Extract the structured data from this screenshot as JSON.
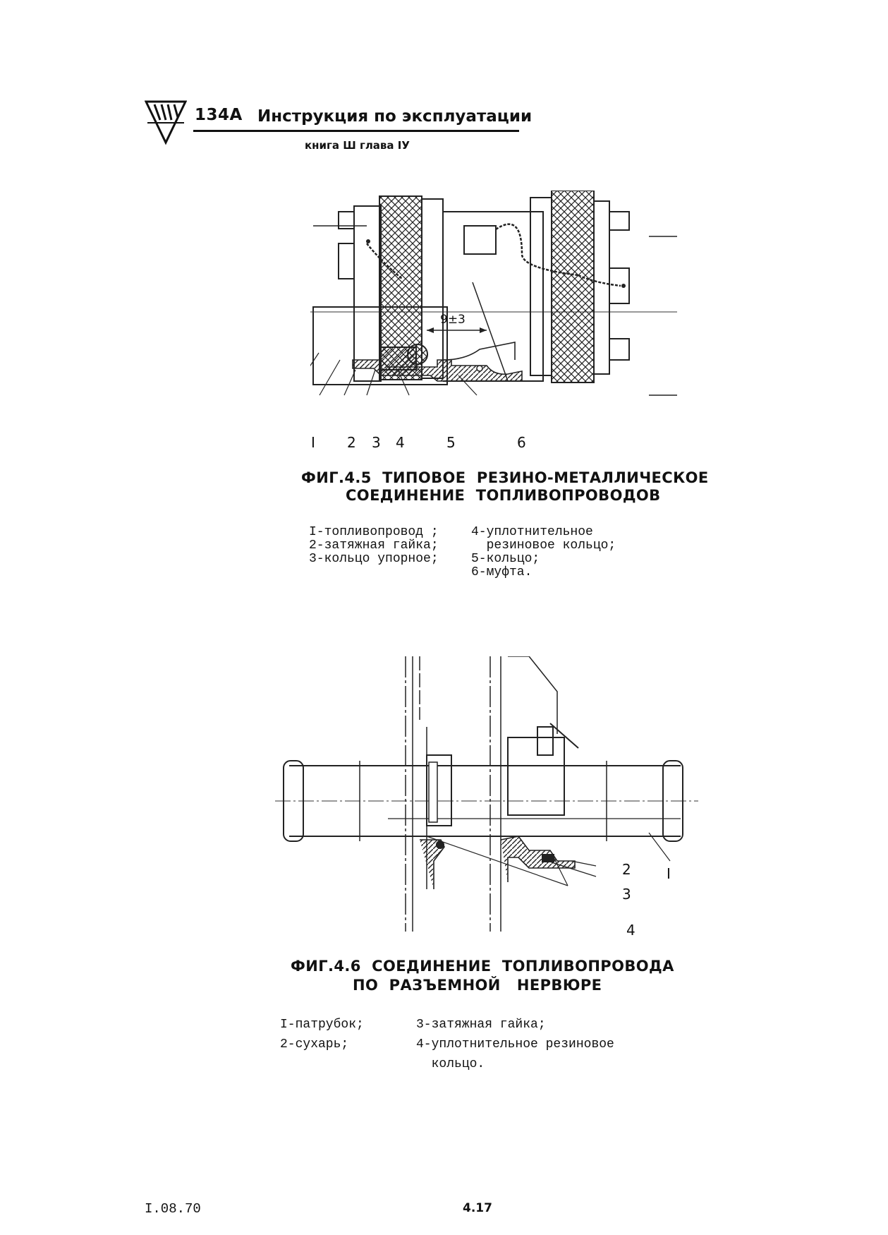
{
  "header": {
    "code": "134А",
    "title": "Инструкция по эксплуатации",
    "subtitle": "книга Ш глава IУ"
  },
  "figure1": {
    "dimension": "9±3",
    "callouts": [
      "I",
      "2",
      "3",
      "4",
      "5",
      "6"
    ],
    "caption_line1": "ФИГ.4.5  ТИПОВОЕ  РЕЗИНО-МЕТАЛЛИЧЕСКОЕ",
    "caption_line2": "СОЕДИНЕНИЕ  ТОПЛИВОПРОВОДОВ",
    "legend_left": "I-топливопровод ;\n2-затяжная гайка;\n3-кольцо упорное;",
    "legend_right": "4-уплотнительное\n  резиновое кольцо;\n5-кольцо;\n6-муфта."
  },
  "figure2": {
    "callouts": [
      "2",
      "I",
      "3",
      "4"
    ],
    "caption_line1": "ФИГ.4.6  СОЕДИНЕНИЕ  ТОПЛИВОПРОВОДА",
    "caption_line2": "ПО  РАЗЪЕМНОЙ   НЕРВЮРЕ",
    "legend_left": "I-патрубок;\n2-сухарь;",
    "legend_right": "3-затяжная гайка;\n4-уплотнительное резиновое\n  кольцо."
  },
  "footer": {
    "date": "I.08.70",
    "page": "4.17"
  }
}
